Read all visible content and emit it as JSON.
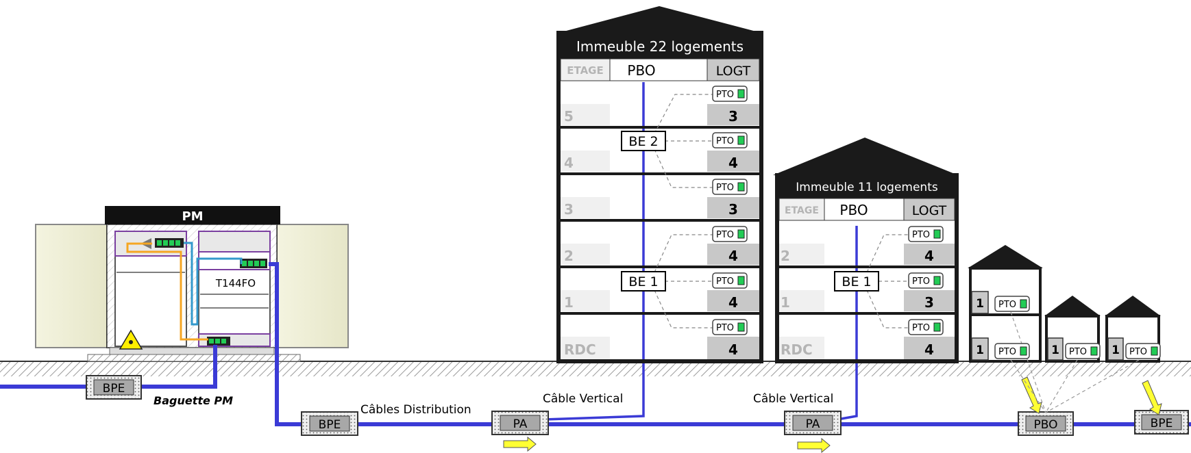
{
  "pm": {
    "title": "PM",
    "tiroir_label": "T144FO",
    "caption": "Baguette PM"
  },
  "labels": {
    "bpe": "BPE",
    "pa": "PA",
    "pbo": "PBO",
    "pto": "PTO",
    "cables_distribution": "Câbles Distribution",
    "cable_vertical": "Câble Vertical"
  },
  "building22": {
    "title": "Immeuble 22 logements",
    "header": {
      "etage": "ETAGE",
      "pbo": "PBO",
      "logt": "LOGT"
    },
    "floors": [
      {
        "etage": "5",
        "logt": "3"
      },
      {
        "etage": "4",
        "logt": "4"
      },
      {
        "etage": "3",
        "logt": "3"
      },
      {
        "etage": "2",
        "logt": "4"
      },
      {
        "etage": "1",
        "logt": "4"
      },
      {
        "etage": "RDC",
        "logt": "4"
      }
    ],
    "be_boxes": [
      "BE 2",
      "BE 1"
    ]
  },
  "building11": {
    "title": "Immeuble 11 logements",
    "header": {
      "etage": "ETAGE",
      "pbo": "PBO",
      "logt": "LOGT"
    },
    "floors": [
      {
        "etage": "2",
        "logt": "4"
      },
      {
        "etage": "1",
        "logt": "3"
      },
      {
        "etage": "RDC",
        "logt": "4"
      }
    ],
    "be_boxes": [
      "BE 1"
    ]
  },
  "houses": {
    "counts": [
      "1",
      "1",
      "1",
      "1"
    ]
  },
  "colors": {
    "fiber_blue": "#3b3bd6",
    "arrow_yellow": "#ffff33",
    "floor_gray": "#c8c8c8",
    "roof": "#1a1a1a",
    "pto_led": "#22cc55",
    "cabinet_purple": "#7a3fa0",
    "orange_patch": "#f5a623"
  }
}
